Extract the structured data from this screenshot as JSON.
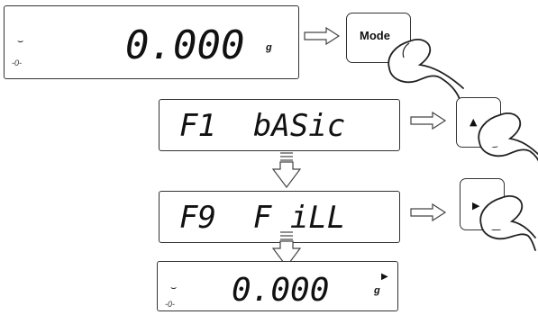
{
  "display_start": {
    "stability_symbol": "⌣",
    "reading": "0.000",
    "unit": "g",
    "zero_indicator": "-0-"
  },
  "key_mode": {
    "label": "Mode"
  },
  "display_f1": {
    "text": "F1  bASic"
  },
  "key_up": {
    "icon": "▲",
    "icon_name": "up-arrow-icon"
  },
  "display_f9": {
    "text": "F9  F iLL"
  },
  "key_right": {
    "icon": "▶",
    "icon_name": "right-arrow-icon"
  },
  "display_end": {
    "stability_symbol": "⌣",
    "reading": "0.000",
    "unit": "g",
    "zero_indicator": "-0-",
    "unit_marker_icon": "▶"
  },
  "colors": {
    "outline": "#333333",
    "background": "#ffffff"
  }
}
